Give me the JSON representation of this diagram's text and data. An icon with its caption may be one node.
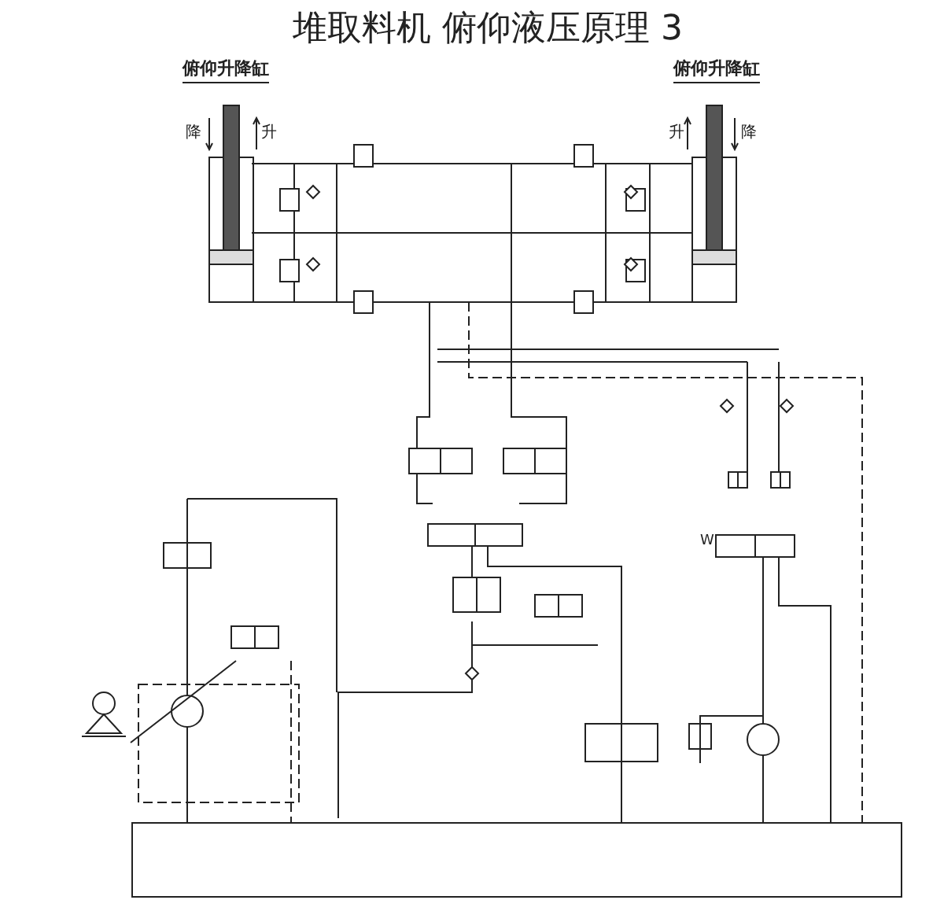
{
  "diagram": {
    "title": "堆取料机 俯仰液压原理 3",
    "labels": [
      "俯仰升降缸",
      "俯仰升降缸",
      "降",
      "升",
      "升",
      "降",
      "W"
    ]
  }
}
